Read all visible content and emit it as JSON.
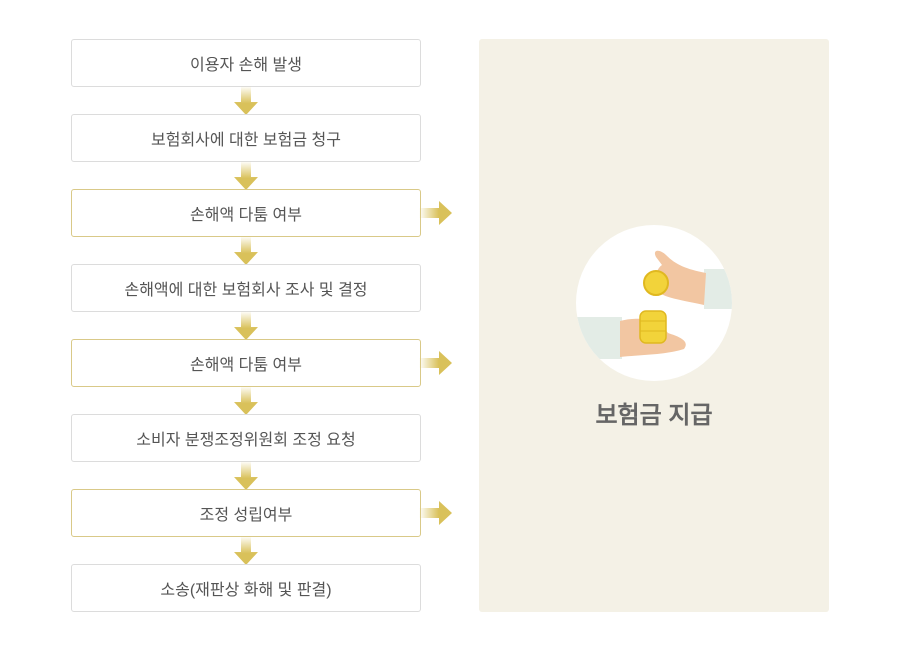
{
  "steps": [
    {
      "label": "이용자 손해 발생",
      "highlight": false
    },
    {
      "label": "보험회사에 대한 보험금 청구",
      "highlight": false
    },
    {
      "label": "손해액 다툼 여부",
      "highlight": true
    },
    {
      "label": "손해액에 대한 보험회사 조사 및 결정",
      "highlight": false
    },
    {
      "label": "손해액 다툼 여부",
      "highlight": true
    },
    {
      "label": "소비자 분쟁조정위원회 조정 요청",
      "highlight": false
    },
    {
      "label": "조정 성립여부",
      "highlight": true
    },
    {
      "label": "소송(재판상 화해 및 판결)",
      "highlight": false
    }
  ],
  "result": {
    "title": "보험금 지급",
    "icon": "hands-coins-icon"
  },
  "colors": {
    "accent": "#d9c15a",
    "panel": "#f4f1e6"
  }
}
